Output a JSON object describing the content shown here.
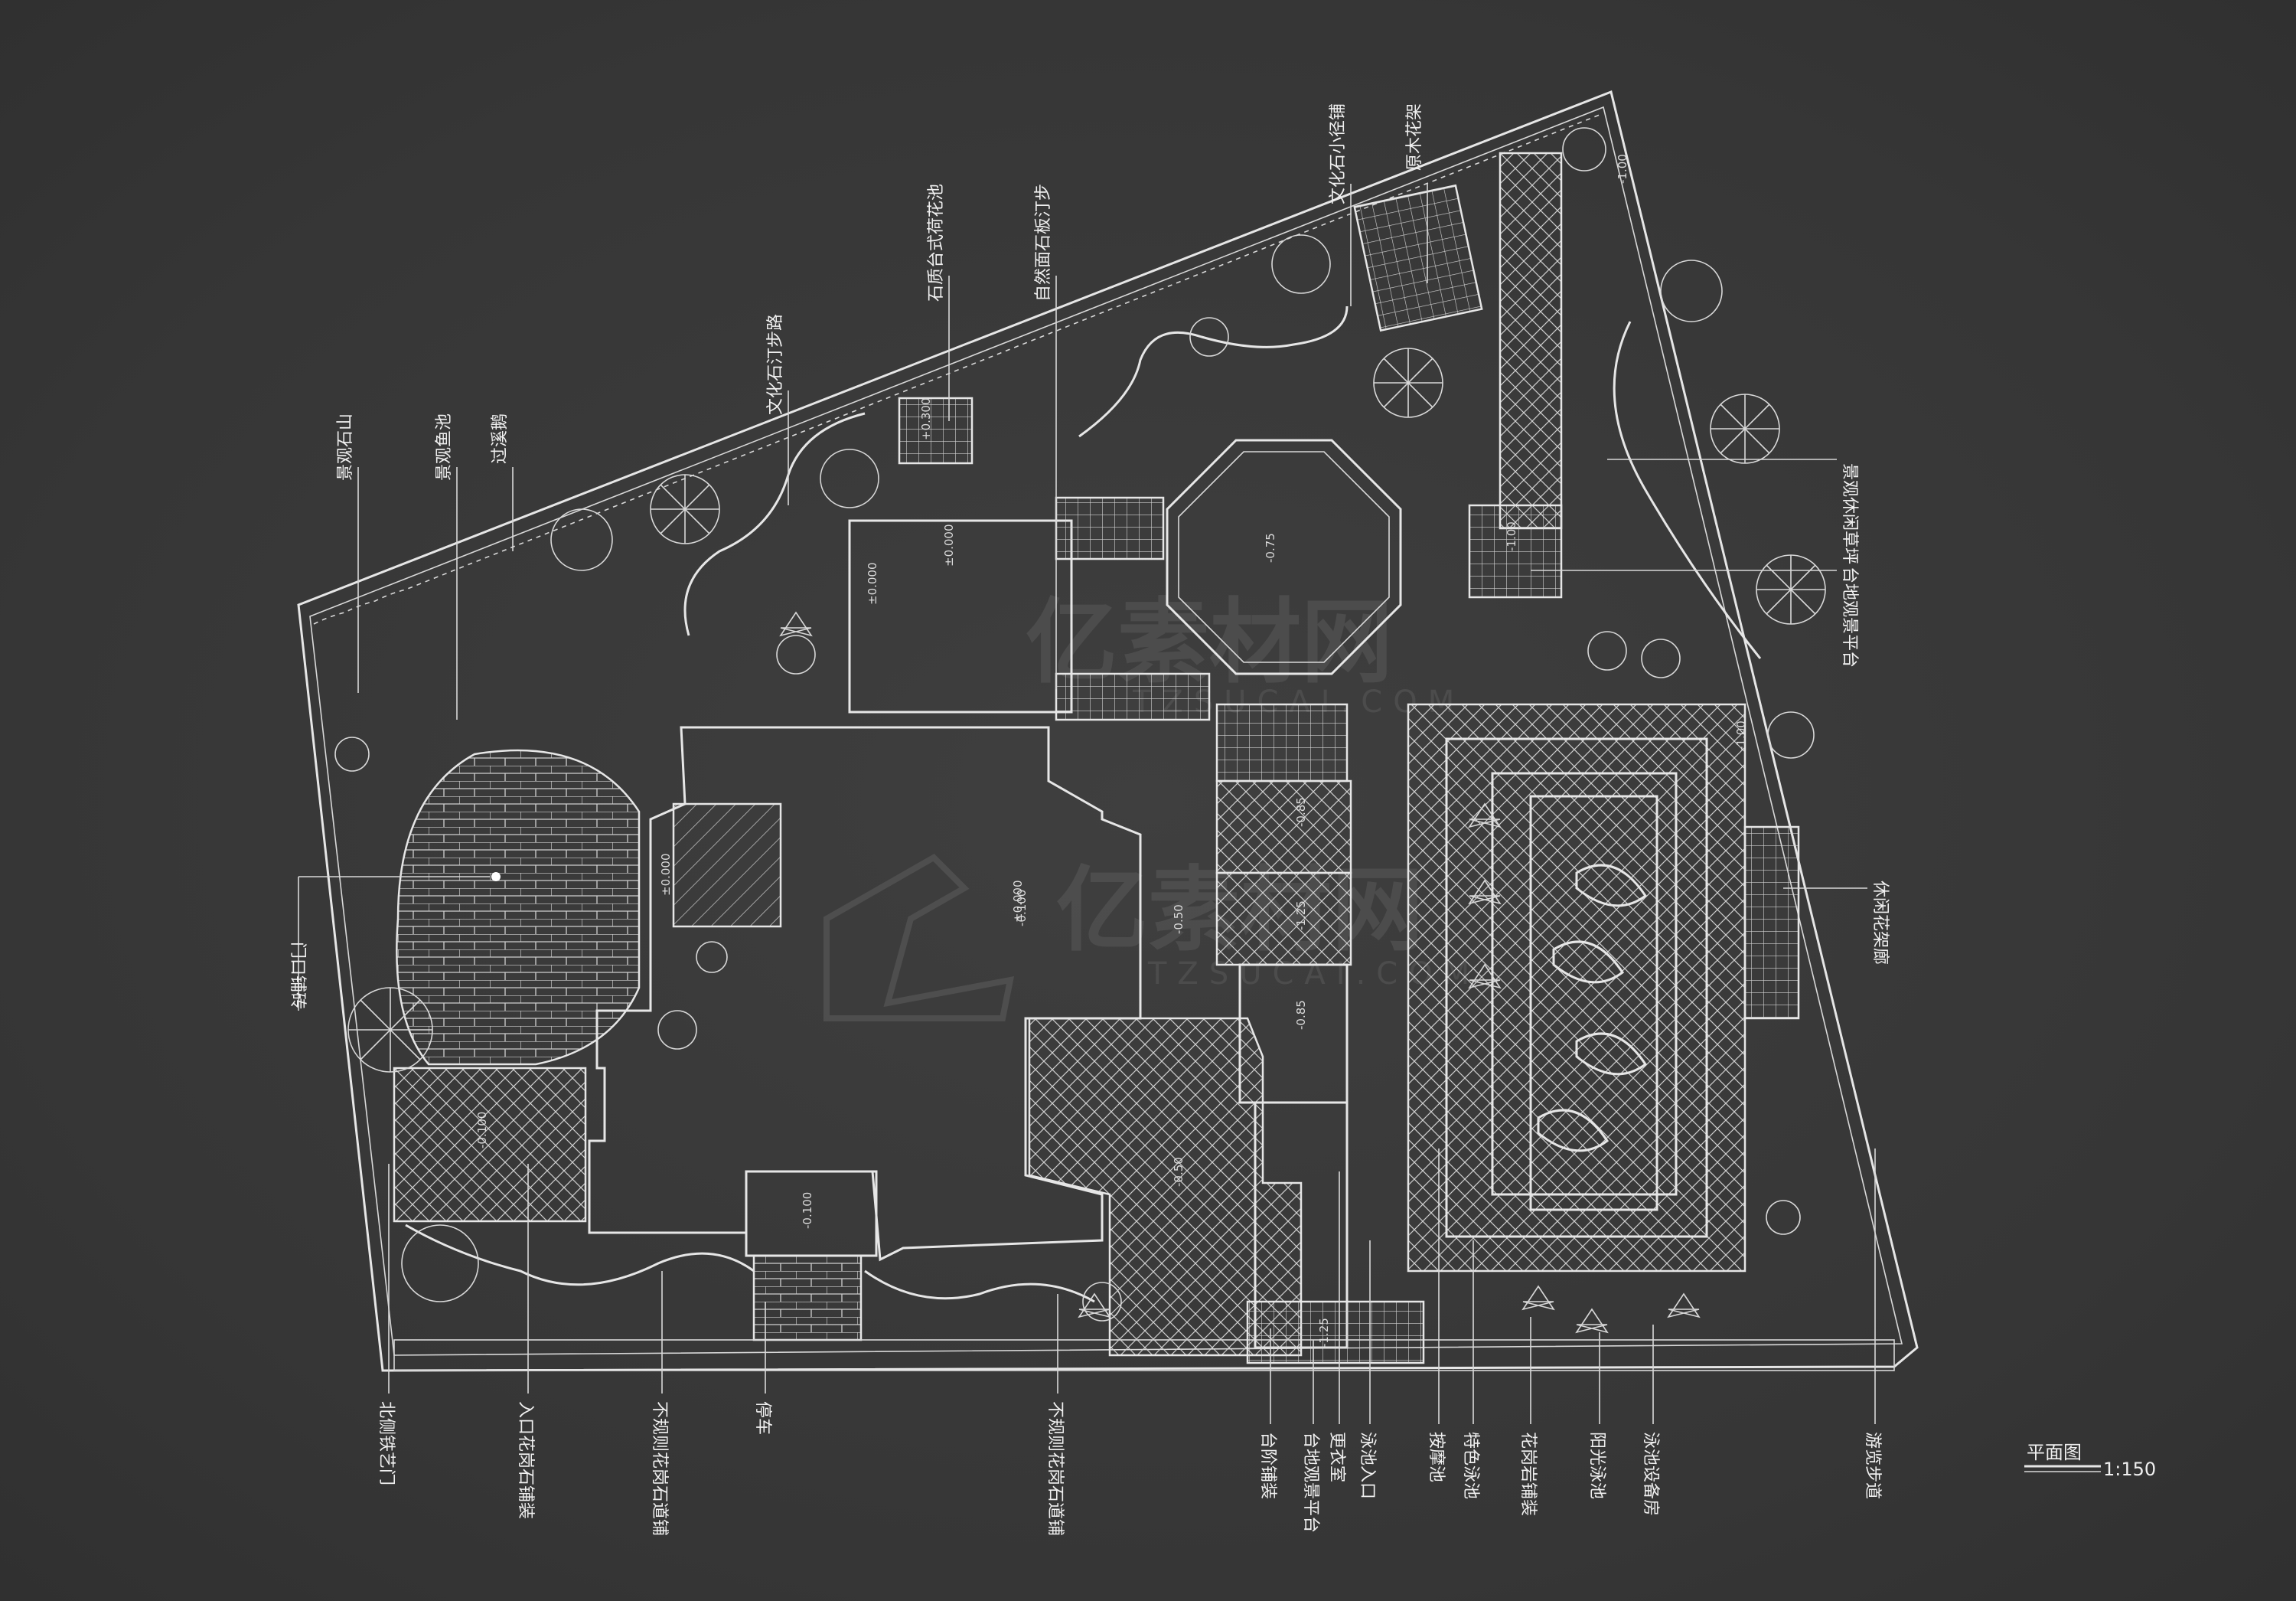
{
  "drawing": {
    "title": "平面图",
    "scale": "1:150"
  },
  "watermark": {
    "brand_text": "亿素材网",
    "sub_text": "TZSUCAI.COM"
  },
  "top_labels": [
    {
      "id": "top-1",
      "text": "景观石山"
    },
    {
      "id": "top-2",
      "text": "景观鱼池"
    },
    {
      "id": "top-3",
      "text": "过溪鹅"
    },
    {
      "id": "top-4",
      "text": "文化石汀步路"
    },
    {
      "id": "top-5",
      "text": "石质台式荷花池"
    },
    {
      "id": "top-6",
      "text": "自然面石板汀步"
    },
    {
      "id": "top-7",
      "text": "文化石小径铺"
    },
    {
      "id": "top-8",
      "text": "原木花架"
    }
  ],
  "right_labels": [
    {
      "id": "right-1",
      "text": "景观休闲草坪"
    },
    {
      "id": "right-2",
      "text": "台地观景平台"
    },
    {
      "id": "right-3",
      "text": "休闲花架廊"
    }
  ],
  "left_labels": [
    {
      "id": "left-1",
      "text": "门口铺砖"
    }
  ],
  "bottom_labels": [
    {
      "id": "bot-1",
      "text": "北侧铁艺门"
    },
    {
      "id": "bot-2",
      "text": "入口花岗石铺装"
    },
    {
      "id": "bot-3",
      "text": "不规则花岗石道铺"
    },
    {
      "id": "bot-4",
      "text": "停车"
    },
    {
      "id": "bot-5",
      "text": "不规则花岗石道铺"
    },
    {
      "id": "bot-6",
      "text": "台阶铺装"
    },
    {
      "id": "bot-7",
      "text": "台地观景平台"
    },
    {
      "id": "bot-8",
      "text": "更衣室"
    },
    {
      "id": "bot-9",
      "text": "泳池入口"
    },
    {
      "id": "bot-10",
      "text": "按摩池"
    },
    {
      "id": "bot-11",
      "text": "特色泳池"
    },
    {
      "id": "bot-12",
      "text": "花岗岩铺装"
    },
    {
      "id": "bot-13",
      "text": "阳光泳池"
    },
    {
      "id": "bot-14",
      "text": "泳池设备房"
    },
    {
      "id": "bot-15",
      "text": "游览步道"
    }
  ],
  "levels": [
    {
      "id": "lv-1",
      "text": "±0.000"
    },
    {
      "id": "lv-2",
      "text": "±0.000"
    },
    {
      "id": "lv-3",
      "text": "+0.300"
    },
    {
      "id": "lv-4",
      "text": "-0.75"
    },
    {
      "id": "lv-5",
      "text": "-1.00"
    },
    {
      "id": "lv-6",
      "text": "-1.00"
    },
    {
      "id": "lv-7",
      "text": "±0.000"
    },
    {
      "id": "lv-8",
      "text": "-0.100"
    },
    {
      "id": "lv-9",
      "text": "-0.100"
    },
    {
      "id": "lv-10",
      "text": "-0.100"
    },
    {
      "id": "lv-11",
      "text": "-0.50"
    },
    {
      "id": "lv-12",
      "text": "-0.50"
    },
    {
      "id": "lv-13",
      "text": "-0.85"
    },
    {
      "id": "lv-14",
      "text": "-1.25"
    },
    {
      "id": "lv-15",
      "text": "-0.85"
    },
    {
      "id": "lv-16",
      "text": "-1.00"
    },
    {
      "id": "lv-17",
      "text": "-1.25"
    },
    {
      "id": "lv-18",
      "text": "±0.000"
    }
  ]
}
